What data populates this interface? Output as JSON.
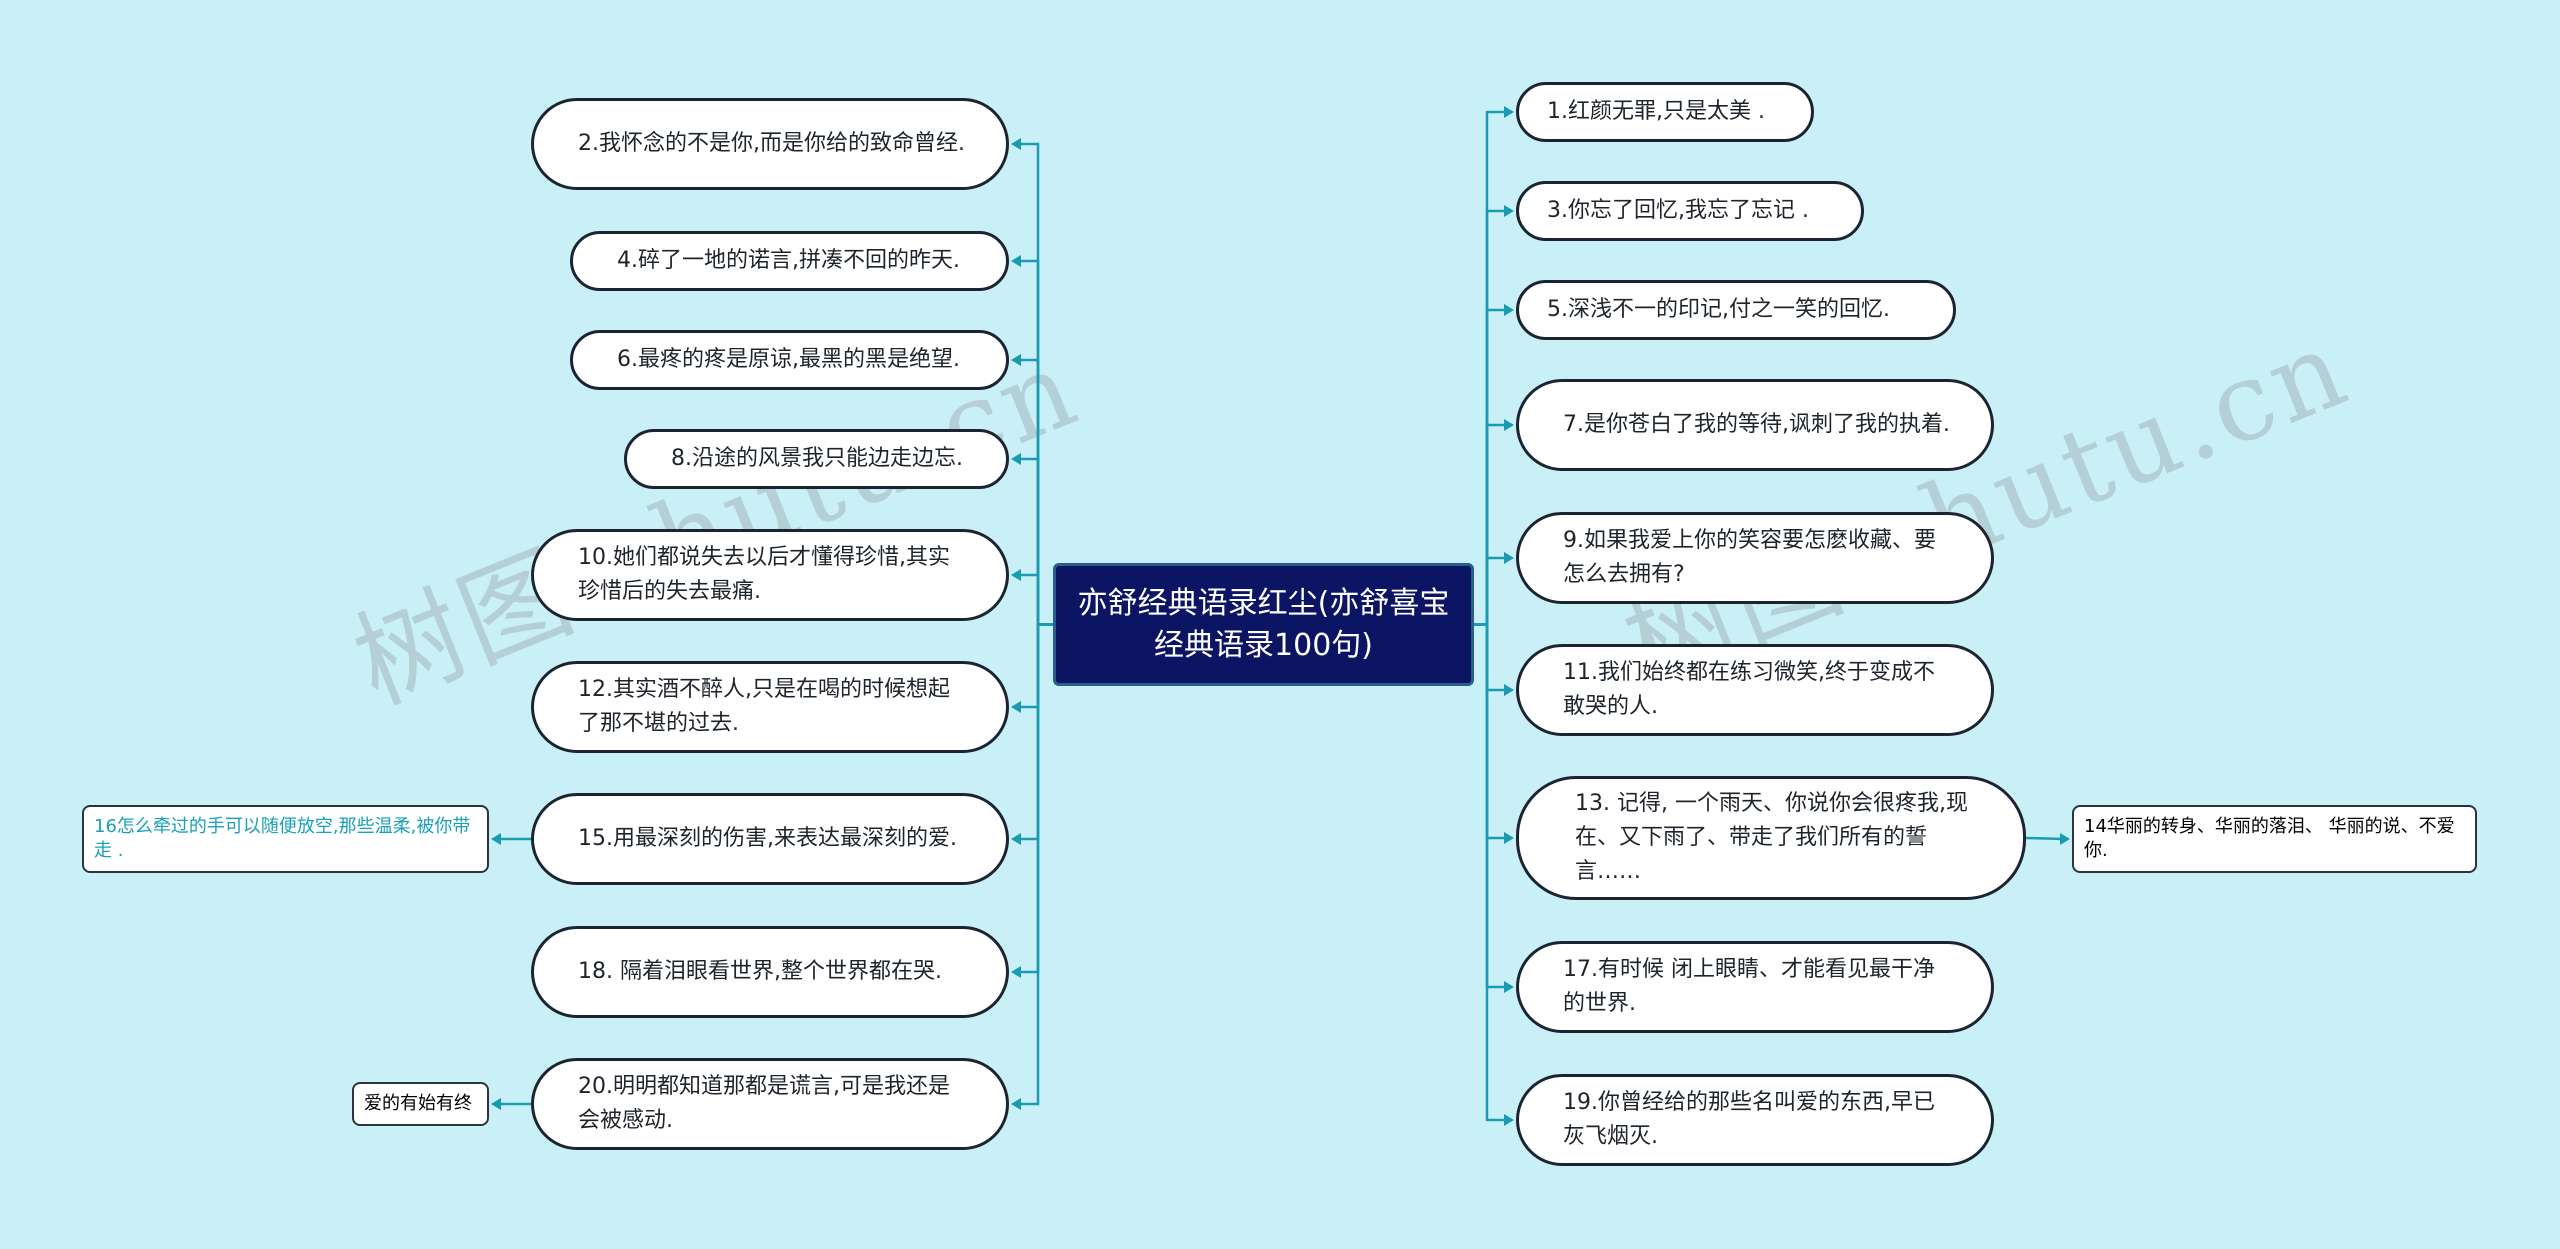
{
  "watermark": "树图 shutu.cn",
  "root": {
    "label": "亦舒经典语录红尘(亦舒喜宝经典语录100句)"
  },
  "left_branches": [
    {
      "id": "b2",
      "label": "2.我怀念的不是你,而是你给的致命曾经."
    },
    {
      "id": "b4",
      "label": "4.碎了一地的诺言,拼凑不回的昨天."
    },
    {
      "id": "b6",
      "label": "6.最疼的疼是原谅,最黑的黑是绝望."
    },
    {
      "id": "b8",
      "label": "8.沿途的风景我只能边走边忘."
    },
    {
      "id": "b10",
      "label": "10.她们都说失去以后才懂得珍惜,其实珍惜后的失去最痛."
    },
    {
      "id": "b12",
      "label": "12.其实酒不醉人,只是在喝的时候想起了那不堪的过去."
    },
    {
      "id": "b15",
      "label": "15.用最深刻的伤害,来表达最深刻的爱."
    },
    {
      "id": "b18",
      "label": "18. 隔着泪眼看世界,整个世界都在哭."
    },
    {
      "id": "b20",
      "label": "20.明明都知道那都是谎言,可是我还是会被感动."
    }
  ],
  "right_branches": [
    {
      "id": "b1",
      "label": "1.红颜无罪,只是太美 ."
    },
    {
      "id": "b3",
      "label": "3.你忘了回忆,我忘了忘记 ."
    },
    {
      "id": "b5",
      "label": "5.深浅不一的印记,付之一笑的回忆."
    },
    {
      "id": "b7",
      "label": "7.是你苍白了我的等待,讽刺了我的执着."
    },
    {
      "id": "b9",
      "label": "9.如果我爱上你的笑容要怎麽收藏、要怎么去拥有?"
    },
    {
      "id": "b11",
      "label": "11.我们始终都在练习微笑,终于变成不敢哭的人."
    },
    {
      "id": "b13",
      "label": "13. 记得, 一个雨天、你说你会很疼我,现在、又下雨了、带走了我们所有的誓言……"
    },
    {
      "id": "b17",
      "label": "17.有时候 闭上眼睛、才能看见最干净的世界."
    },
    {
      "id": "b19",
      "label": "19.你曾经给的那些名叫爱的东西,早已灰飞烟灭."
    }
  ],
  "leaves": [
    {
      "id": "l16",
      "parent": "b15",
      "label": "16怎么牵过的手可以随便放空,那些温柔,被你带走 .",
      "color": "#1aa0b8"
    },
    {
      "id": "l_end",
      "parent": "b20",
      "label": "爱的有始有终",
      "color": "#1e242b"
    },
    {
      "id": "l14",
      "parent": "b13",
      "label": "14华丽的转身、华丽的落泪、 华丽的说、不爱你.",
      "color": "#1e242b"
    }
  ],
  "colors": {
    "background": "#c9f0f7",
    "root_fill": "#0c1563",
    "connector": "#1a9bb2"
  }
}
